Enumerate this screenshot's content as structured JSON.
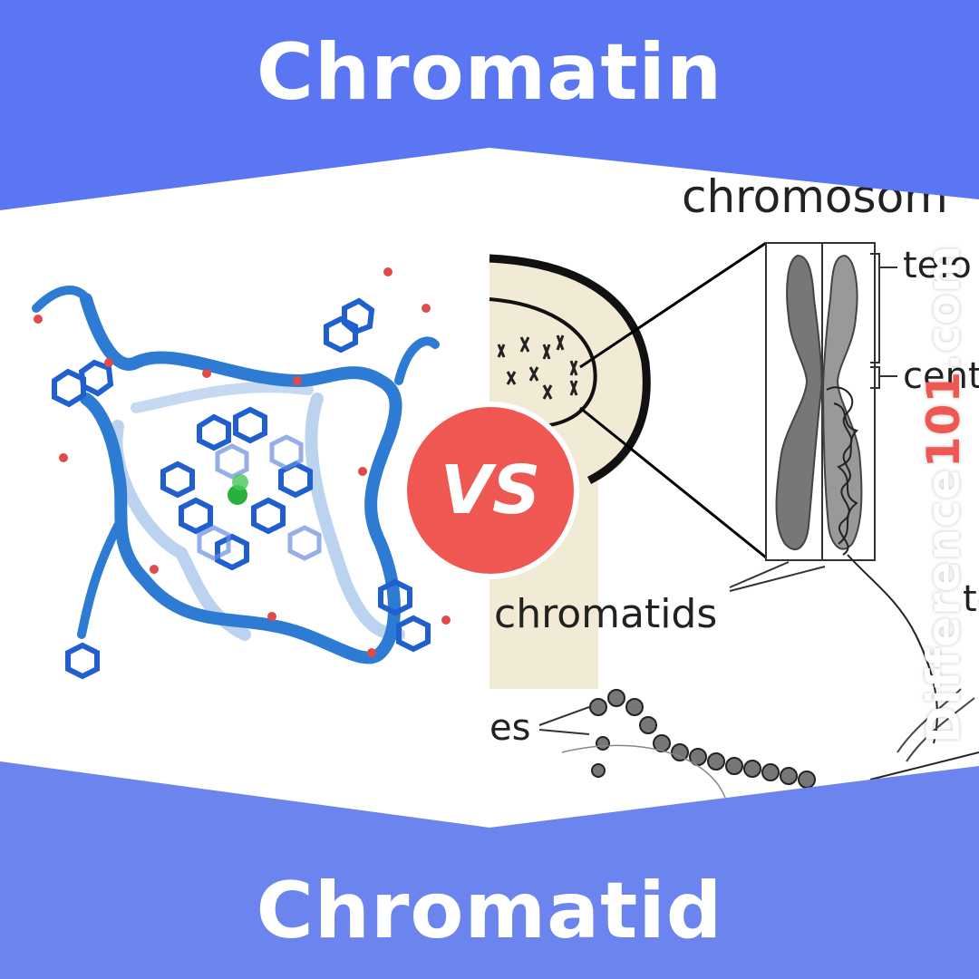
{
  "header": {
    "title": "Chromatin"
  },
  "footer": {
    "title": "Chromatid"
  },
  "badge": {
    "label": "VS"
  },
  "watermark": {
    "prefix": "Difference",
    "number": "101",
    "suffix": ".com"
  },
  "diagram": {
    "label_chromosome": "chromosom",
    "label_telomere": "telo",
    "label_centromere": "cent",
    "label_chromatids": "chromatids",
    "label_te": "te",
    "label_es": "es"
  },
  "colors": {
    "banner_top": "#5a76f2",
    "banner_bottom": "#6b84ee",
    "badge": "#ef5753",
    "molecule": "#2a7ad0"
  }
}
